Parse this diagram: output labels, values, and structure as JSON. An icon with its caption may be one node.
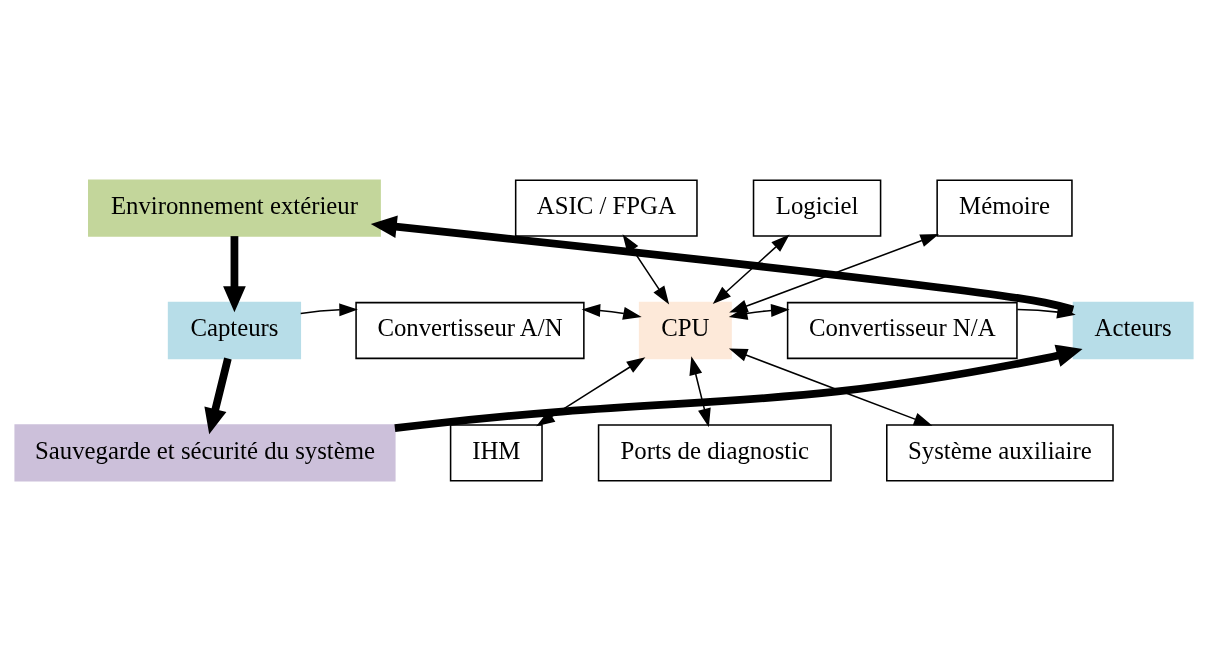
{
  "diagram": {
    "nodes": [
      {
        "text": [
          "Environnement extérieur"
        ]
      },
      {
        "text": [
          "ASIC / FPGA"
        ]
      },
      {
        "text": [
          "Logiciel"
        ]
      },
      {
        "text": [
          "Mémoire"
        ]
      },
      {
        "text": [
          "Capteurs"
        ]
      },
      {
        "text": [
          "Convertisseur A/N"
        ]
      },
      {
        "text": [
          "CPU"
        ]
      },
      {
        "text": [
          "Convertisseur N/A"
        ]
      },
      {
        "text": [
          "Acteurs"
        ]
      },
      {
        "text": [
          "IHM"
        ]
      },
      {
        "text": [
          "Ports de diagnostic"
        ]
      },
      {
        "text": [
          "Système auxiliaire"
        ]
      },
      {
        "text": [
          "Sauvegarde et sécurité du système"
        ]
      }
    ],
    "edges": [
      {
        "from": 0,
        "to": 4,
        "arrow": "to",
        "style": "thick"
      },
      {
        "from": 4,
        "to": 12,
        "arrow": "to",
        "style": "thick"
      },
      {
        "from": 12,
        "to": 8,
        "arrow": "to",
        "style": "thick"
      },
      {
        "from": 8,
        "to": 0,
        "arrow": "to",
        "style": "thick"
      },
      {
        "from": 4,
        "to": 5,
        "arrow": "to"
      },
      {
        "from": 7,
        "to": 8,
        "arrow": "to"
      },
      {
        "from": 6,
        "to": 1,
        "arrow": "both"
      },
      {
        "from": 6,
        "to": 2,
        "arrow": "both"
      },
      {
        "from": 6,
        "to": 3,
        "arrow": "both"
      },
      {
        "from": 6,
        "to": 5,
        "arrow": "both"
      },
      {
        "from": 6,
        "to": 7,
        "arrow": "both"
      },
      {
        "from": 6,
        "to": 9,
        "arrow": "both"
      },
      {
        "from": 6,
        "to": 10,
        "arrow": "both"
      },
      {
        "from": 6,
        "to": 11,
        "arrow": "both"
      }
    ]
  }
}
